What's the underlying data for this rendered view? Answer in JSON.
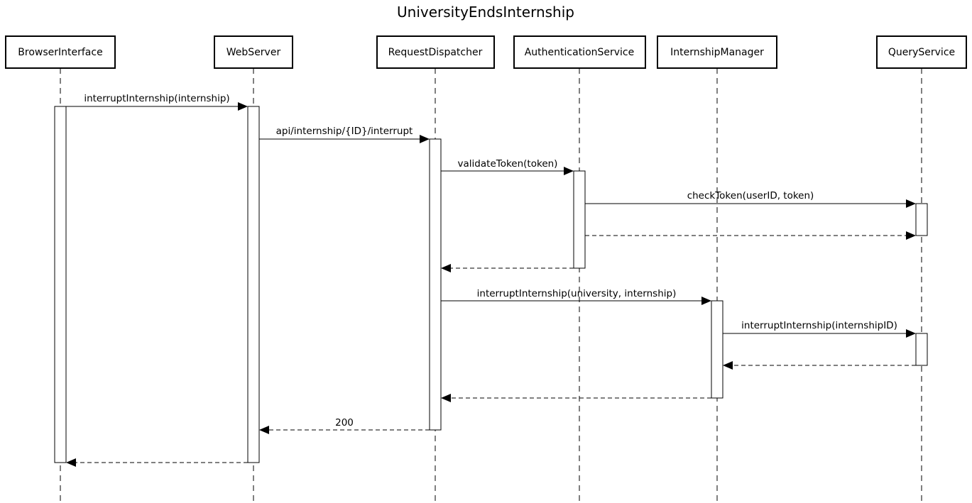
{
  "title": "UniversityEndsInternship",
  "participants": [
    {
      "id": "browser",
      "label": "BrowserInterface"
    },
    {
      "id": "web",
      "label": "WebServer"
    },
    {
      "id": "dispatch",
      "label": "RequestDispatcher"
    },
    {
      "id": "auth",
      "label": "AuthenticationService"
    },
    {
      "id": "intern",
      "label": "InternshipManager"
    },
    {
      "id": "query",
      "label": "QueryService"
    }
  ],
  "messages": [
    {
      "from": "browser",
      "to": "web",
      "label": "interruptInternship(internship)",
      "type": "sync"
    },
    {
      "from": "web",
      "to": "dispatch",
      "label": "api/internship/{ID}/interrupt",
      "type": "sync"
    },
    {
      "from": "dispatch",
      "to": "auth",
      "label": "validateToken(token)",
      "type": "sync"
    },
    {
      "from": "auth",
      "to": "query",
      "label": "checkToken(userID, token)",
      "type": "sync"
    },
    {
      "from": "auth",
      "to": "query",
      "label": "",
      "type": "return"
    },
    {
      "from": "auth",
      "to": "dispatch",
      "label": "",
      "type": "return"
    },
    {
      "from": "dispatch",
      "to": "intern",
      "label": "interruptInternship(university, internship)",
      "type": "sync"
    },
    {
      "from": "intern",
      "to": "query",
      "label": "interruptInternship(internshipID)",
      "type": "sync"
    },
    {
      "from": "query",
      "to": "intern",
      "label": "",
      "type": "return"
    },
    {
      "from": "intern",
      "to": "dispatch",
      "label": "",
      "type": "return"
    },
    {
      "from": "dispatch",
      "to": "web",
      "label": "200",
      "type": "return"
    },
    {
      "from": "web",
      "to": "browser",
      "label": "",
      "type": "return"
    }
  ]
}
